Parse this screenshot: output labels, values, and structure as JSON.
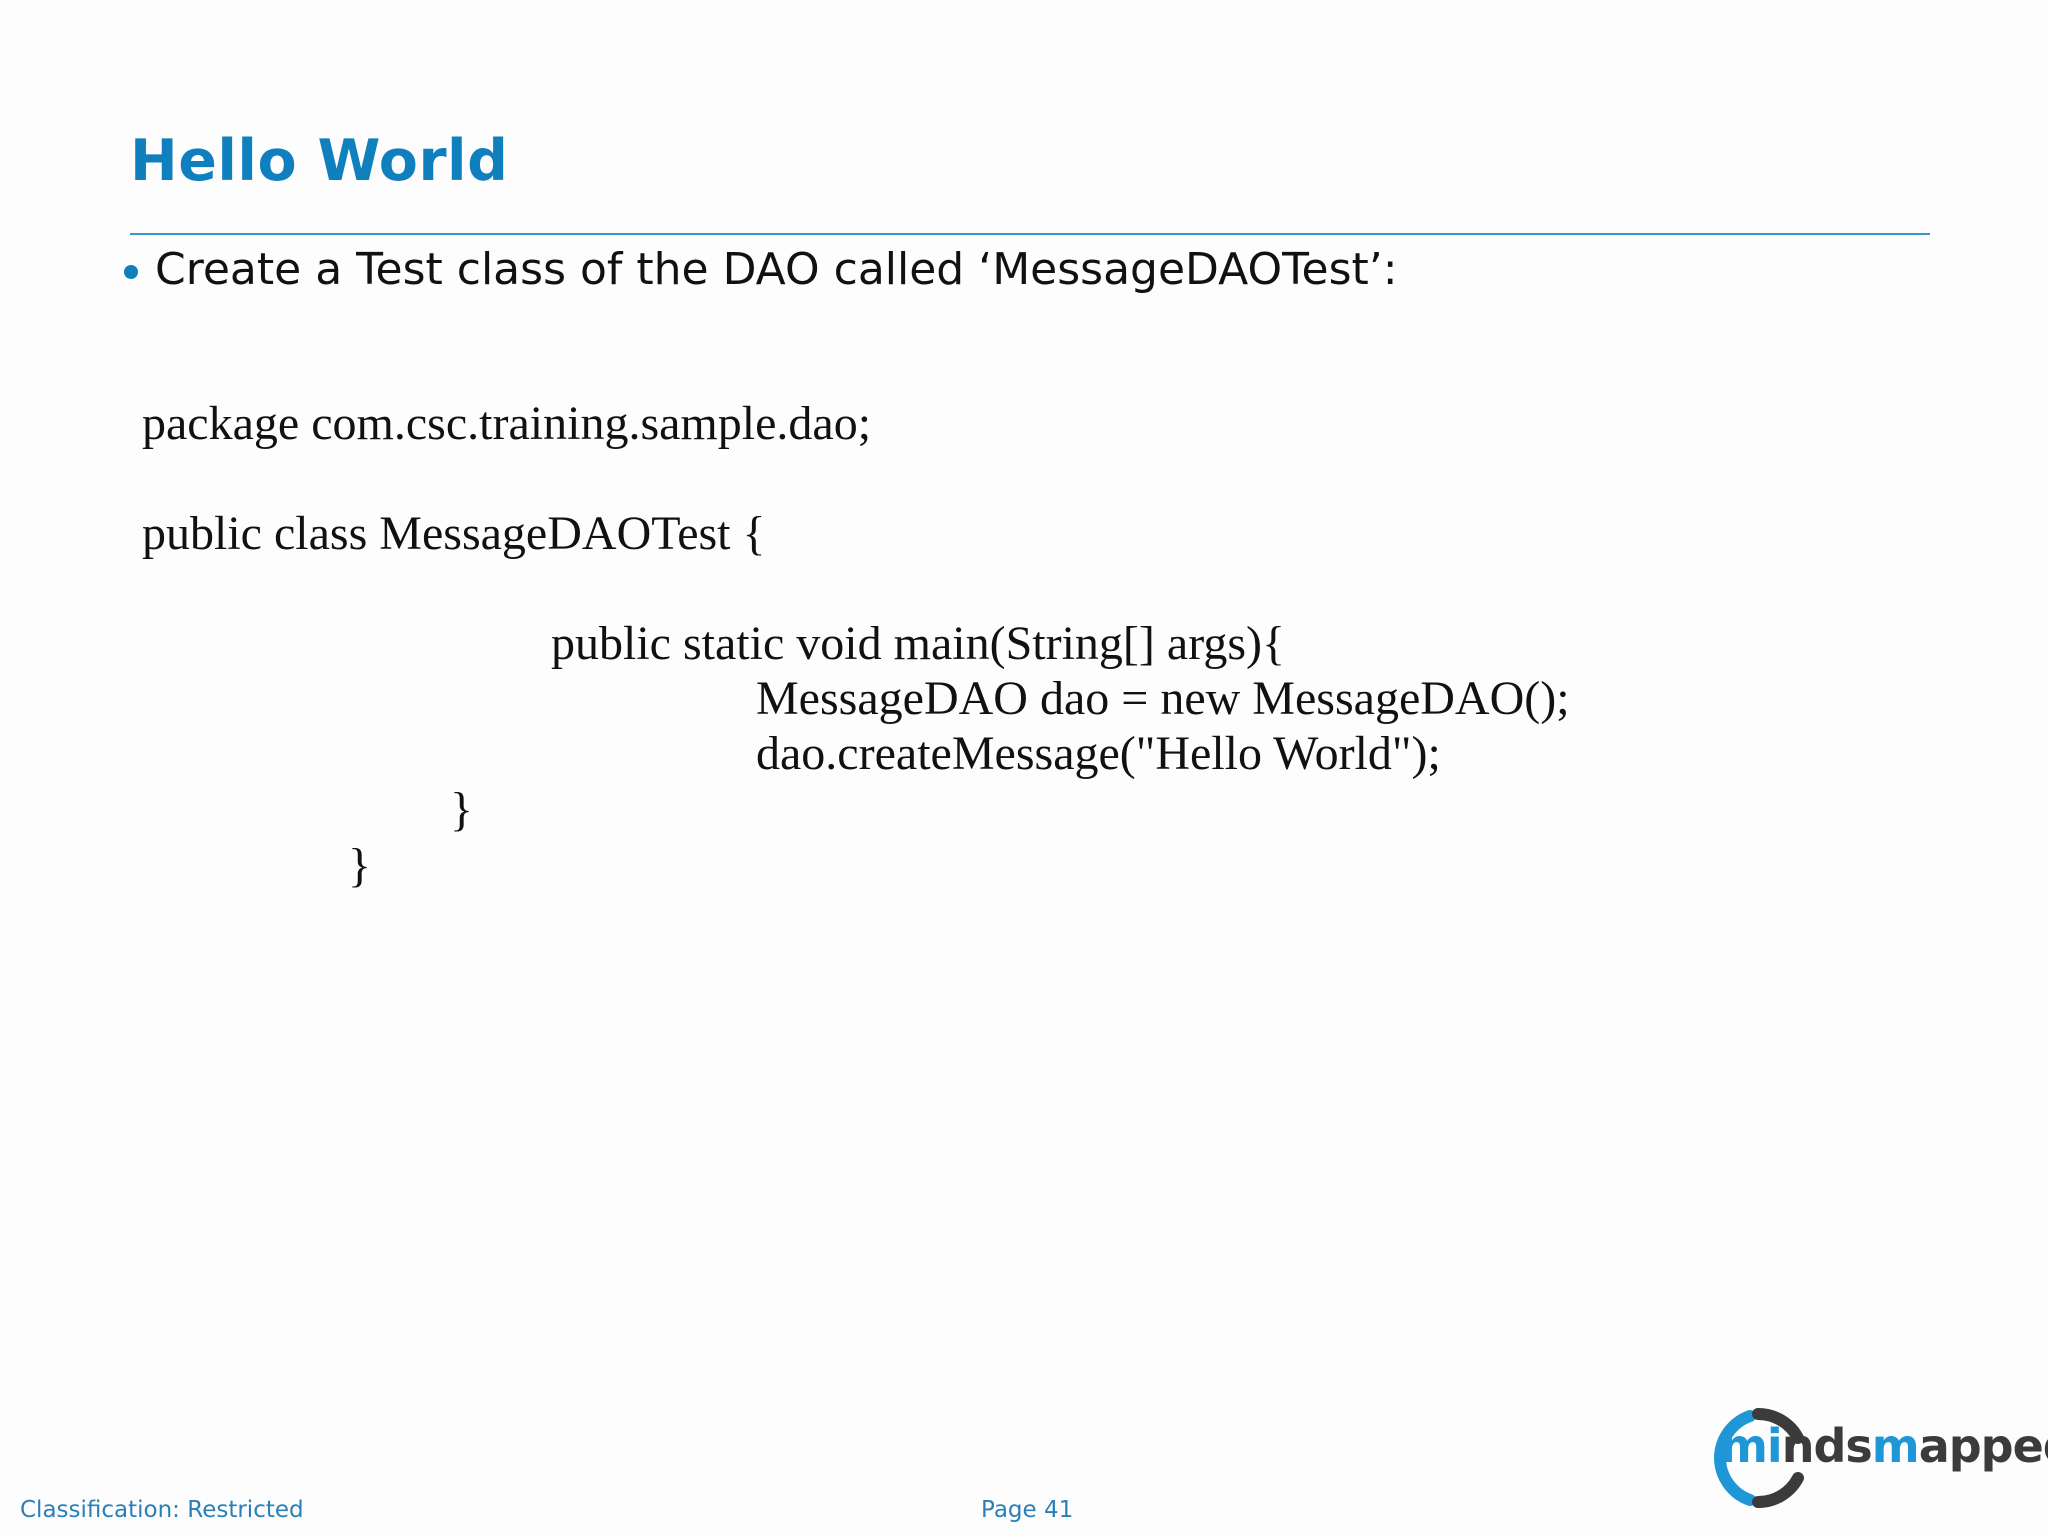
{
  "slide": {
    "title": "Hello World",
    "bullet": "Create a Test class of the DAO called ‘MessageDAOTest’:"
  },
  "code": {
    "line1": "package com.csc.training.sample.dao;",
    "line2": "public class MessageDAOTest {",
    "line3": "public static void main(String[] args){",
    "line4": "MessageDAO dao = new MessageDAO();",
    "line5": "dao.createMessage(\"Hello World\");",
    "line6": "}",
    "line7": "}"
  },
  "footer": {
    "classification": "Classification: Restricted",
    "page": "Page 41"
  },
  "logo": {
    "part1": "mi",
    "part2": "nds",
    "part3": "m",
    "part4": "apped",
    "icon": "circle-logo-icon"
  },
  "colors": {
    "accent": "#0f7fbe",
    "logo_blue": "#1f97d6",
    "logo_dark": "#3b3b3b"
  }
}
